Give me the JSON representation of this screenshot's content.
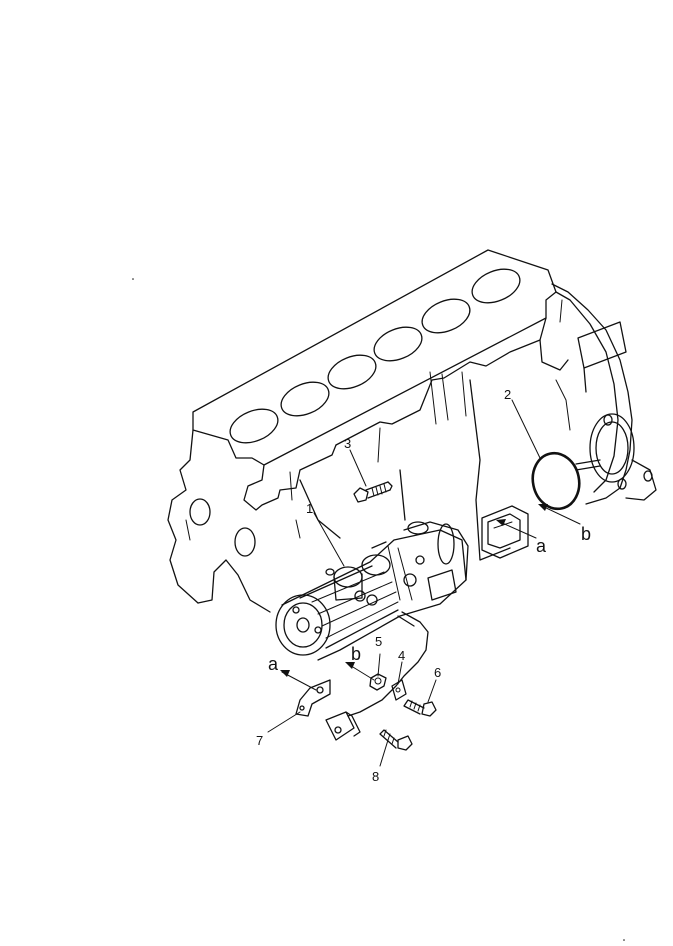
{
  "callouts": {
    "c1": "1",
    "c2": "2",
    "c3": "3",
    "c4": "4",
    "c5": "5",
    "c6": "6",
    "c7": "7",
    "c8": "8"
  },
  "refs": {
    "a_upper": "a",
    "b_upper": "b",
    "a_lower": "a",
    "b_lower": "b"
  }
}
